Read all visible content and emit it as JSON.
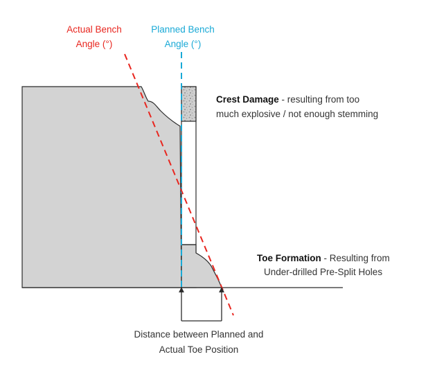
{
  "labels": {
    "actual_angle": {
      "line1": "Actual Bench",
      "line2": "Angle (°)"
    },
    "planned_angle": {
      "line1": "Planned Bench",
      "line2": "Angle (°)"
    },
    "crest": {
      "title": "Crest Damage",
      "rest": " - resulting from too",
      "line2": "much explosive / not enough stemming"
    },
    "toe": {
      "title": "Toe Formation",
      "rest": " - Resulting from",
      "line2": "Under-drilled Pre-Split Holes"
    },
    "distance": {
      "line1": "Distance between Planned and",
      "line2": "Actual Toe Position"
    }
  },
  "colors": {
    "actual_line": "#e8261f",
    "planned_line": "#19a9d6",
    "rock_fill": "#d3d3d3",
    "outline": "#2b2b2b",
    "text": "#333333"
  }
}
